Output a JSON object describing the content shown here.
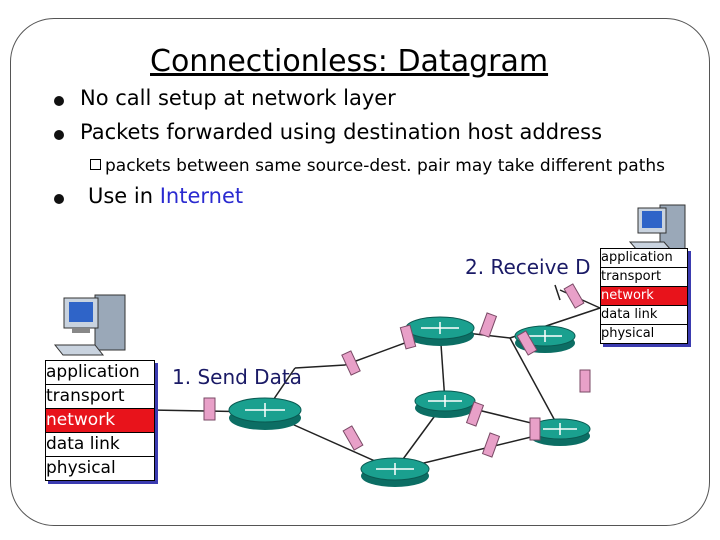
{
  "slide": {
    "title": "Connectionless: Datagram",
    "bullets": [
      "No call setup at network layer",
      "Packets forwarded using destination host address"
    ],
    "sub_bullet": "packets between same source-dest.  pair may take different paths",
    "bullet3_prefix": "Use in ",
    "bullet3_highlight": "Internet",
    "send_label": "1. Send Data",
    "receive_label": "2. Receive D",
    "stack_layers": [
      "application",
      "transport",
      "network",
      "data link",
      "physical"
    ],
    "colors": {
      "network_layer": "#e8131b",
      "router": "#1aa08f",
      "packet": "#e8a0c8",
      "link_text_blue": "#2a2ad0"
    }
  }
}
